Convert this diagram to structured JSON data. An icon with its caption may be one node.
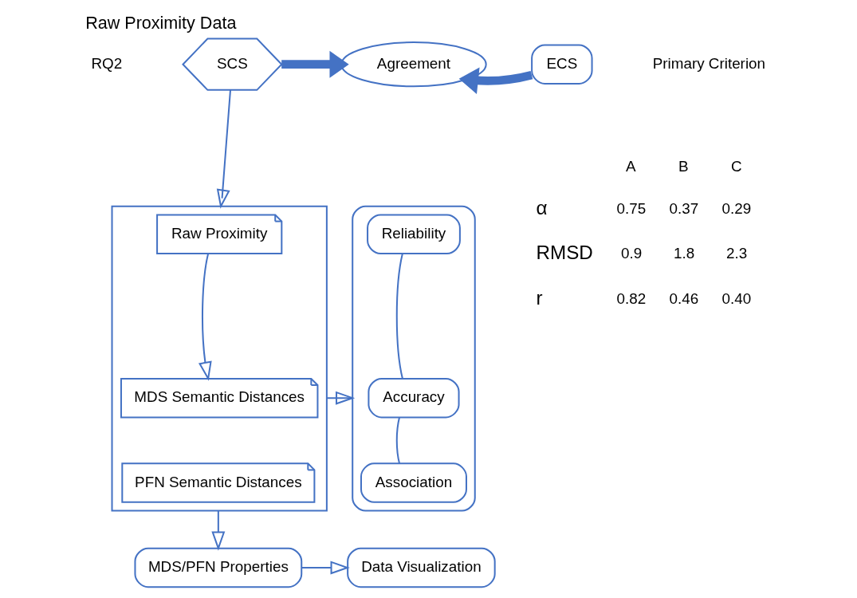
{
  "diagram": {
    "title": "Raw Proximity Data",
    "nodes": [
      {
        "text": [
          "SCS"
        ]
      },
      {
        "text": [
          "Agreement"
        ]
      },
      {
        "text": [
          "ECS"
        ]
      },
      {
        "text": [],
        "shape": "box"
      },
      {
        "text": [
          "Raw Proximity"
        ],
        "in": 3
      },
      {
        "text": [
          "MDS Semantic Distances"
        ],
        "in": 3
      },
      {
        "text": [
          "PFN Semantic Distances"
        ],
        "in": 3
      },
      {
        "text": [],
        "shape": "box"
      },
      {
        "text": [
          "Reliability"
        ],
        "in": 7
      },
      {
        "text": [
          "Accuracy"
        ],
        "in": 7
      },
      {
        "text": [
          "Association"
        ],
        "in": 7
      },
      {
        "text": [
          "MDS/PFN Properties"
        ]
      },
      {
        "text": [
          "Data Visualization"
        ]
      }
    ],
    "edges": [
      {
        "from": 0,
        "to": 1,
        "arrow": "to",
        "style": "thick"
      },
      {
        "from": 2,
        "to": 1,
        "arrow": "to",
        "style": "thick"
      },
      {
        "from": 0,
        "to": 3,
        "arrow": "to"
      },
      {
        "from": 4,
        "to": 5,
        "arrow": "to"
      },
      {
        "from": 3,
        "to": 7,
        "arrow": "to"
      },
      {
        "from": 8,
        "to": 9,
        "arrow": "none"
      },
      {
        "from": 9,
        "to": 10,
        "arrow": "none"
      },
      {
        "from": 3,
        "to": 11,
        "arrow": "to"
      },
      {
        "from": 11,
        "to": 12,
        "arrow": "to"
      }
    ],
    "labels": [
      "RQ2",
      "Primary Criterion",
      "A",
      "B",
      "C",
      "α",
      "0.75",
      "0.37",
      "0.29",
      "RMSD",
      "0.9",
      "1.8",
      "2.3",
      "r",
      "0.82",
      "0.46",
      "0.40"
    ]
  }
}
